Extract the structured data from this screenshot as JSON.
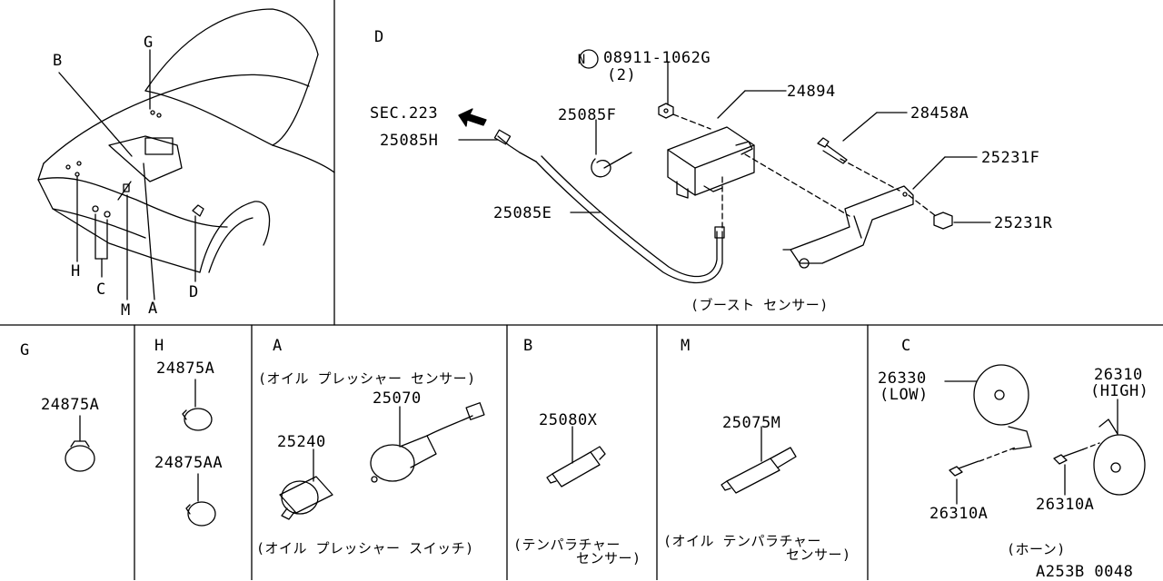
{
  "overview": {
    "G": "G",
    "B": "B",
    "H": "H",
    "C": "C",
    "M": "M",
    "A": "A",
    "D": "D"
  },
  "detail_d": {
    "title": "D",
    "circled_n": "N",
    "bolt_part": "08911-1062G",
    "bolt_qty": "(2)",
    "p24894": "24894",
    "p28458a": "28458A",
    "p25231f": "25231F",
    "p25231r": "25231R",
    "sec": "SEC.223",
    "p25085f": "25085F",
    "p25085h": "25085H",
    "p25085e": "25085E",
    "caption": "(ブースト センサー)"
  },
  "panel_g": {
    "title": "G",
    "part": "24875A"
  },
  "panel_h": {
    "title": "H",
    "part1": "24875A",
    "part2": "24875AA"
  },
  "panel_a": {
    "title": "A",
    "caption_top": "(オイル プレッシャー センサー)",
    "part_sensor": "25070",
    "part_switch": "25240",
    "caption_bottom": "(オイル プレッシャー スイッチ)"
  },
  "panel_b": {
    "title": "B",
    "part": "25080X",
    "caption_line1": "(テンパラチャー",
    "caption_line2": "センサー)"
  },
  "panel_m": {
    "title": "M",
    "part": "25075M",
    "caption_line1": "(オイル テンパラチャー",
    "caption_line2": "センサー)"
  },
  "panel_c": {
    "title": "C",
    "part_low": "26330",
    "low_label": "(LOW)",
    "part_high": "26310",
    "high_label": "(HIGH)",
    "bolt_left": "26310A",
    "bolt_right": "26310A",
    "caption": "(ホーン)"
  },
  "footer": {
    "diagram_code": "A253B 0048"
  }
}
